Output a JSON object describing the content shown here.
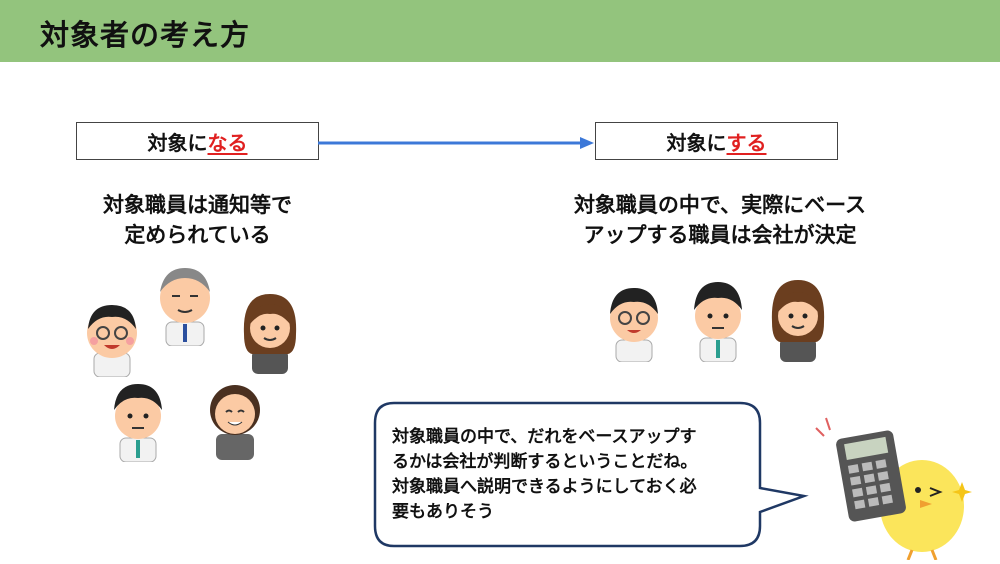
{
  "header": {
    "title": "対象者の考え方"
  },
  "left_box": {
    "prefix": "対象に",
    "highlight": "なる"
  },
  "right_box": {
    "prefix": "対象に",
    "highlight": "する"
  },
  "left_desc": {
    "line1": "対象職員は通知等で",
    "line2": "定められている"
  },
  "right_desc": {
    "line1": "対象職員の中で、実際にベース",
    "line2": "アップする職員は会社が決定"
  },
  "bubble": {
    "line1": "対象職員の中で、だれをベースアップす",
    "line2": "るかは会社が判断するということだね。",
    "line3": "対象職員へ説明できるようにしておく必",
    "line4": "要もありそう"
  },
  "colors": {
    "header": "#93c47d",
    "highlight": "#e02020",
    "arrow": "#3c78d8",
    "bubble_border": "#1f3864"
  }
}
